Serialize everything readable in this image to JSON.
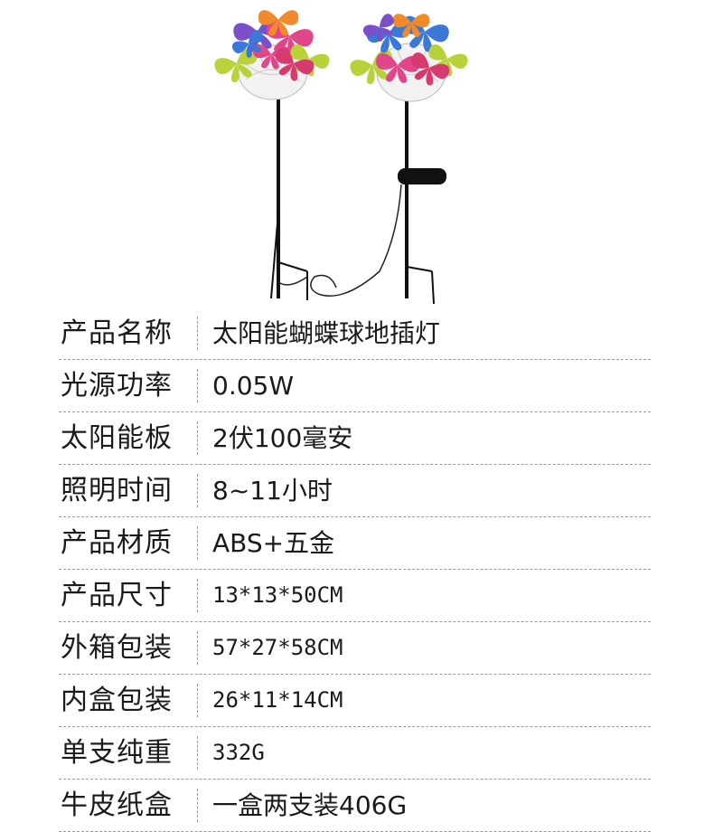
{
  "product_image": {
    "subject": "solar butterfly ball stake lights",
    "colors": {
      "pole": "#111111",
      "pink": "#e0478a",
      "purple": "#7a4fc8",
      "lime": "#b9d23a",
      "blue": "#3b78d8",
      "orange": "#f08a2a"
    }
  },
  "specs": [
    {
      "label": "产品名称",
      "value": "太阳能蝴蝶球地插灯"
    },
    {
      "label": "光源功率",
      "value": "0.05W"
    },
    {
      "label": "太阳能板",
      "value": "2伏100毫安"
    },
    {
      "label": "照明时间",
      "value": "8~11小时"
    },
    {
      "label": "产品材质",
      "value": "ABS+五金"
    },
    {
      "label": "产品尺寸",
      "value": "13*13*50CM"
    },
    {
      "label": "外箱包装",
      "value": "57*27*58CM"
    },
    {
      "label": "内盒包装",
      "value": "26*11*14CM"
    },
    {
      "label": "单支纯重",
      "value": "332G"
    },
    {
      "label": "牛皮纸盒",
      "value": "一盒两支装406G"
    }
  ]
}
